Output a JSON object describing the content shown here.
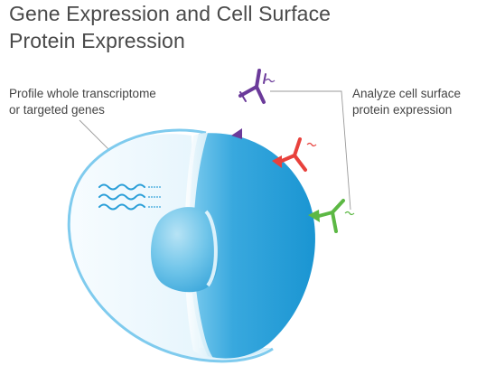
{
  "title": {
    "line1": "Gene Expression and Cell Surface",
    "line2": "Protein Expression"
  },
  "labels": {
    "transcriptome": {
      "line1": "Profile whole transcriptome",
      "line2": "or targeted genes"
    },
    "protein": {
      "line1": "Analyze cell surface",
      "line2": "protein expression"
    }
  },
  "colors": {
    "cell_outline": "#6ec3ea",
    "cell_inner": "#eaf6fd",
    "cut_face": "#3aa7dc",
    "nucleus": "#5bbde6",
    "antibody_purple": "#6b3a9a",
    "antibody_red": "#e8413c",
    "antibody_green": "#5cb844",
    "rna": "#2b9fd8",
    "leader_line": "#9a9a9a"
  }
}
